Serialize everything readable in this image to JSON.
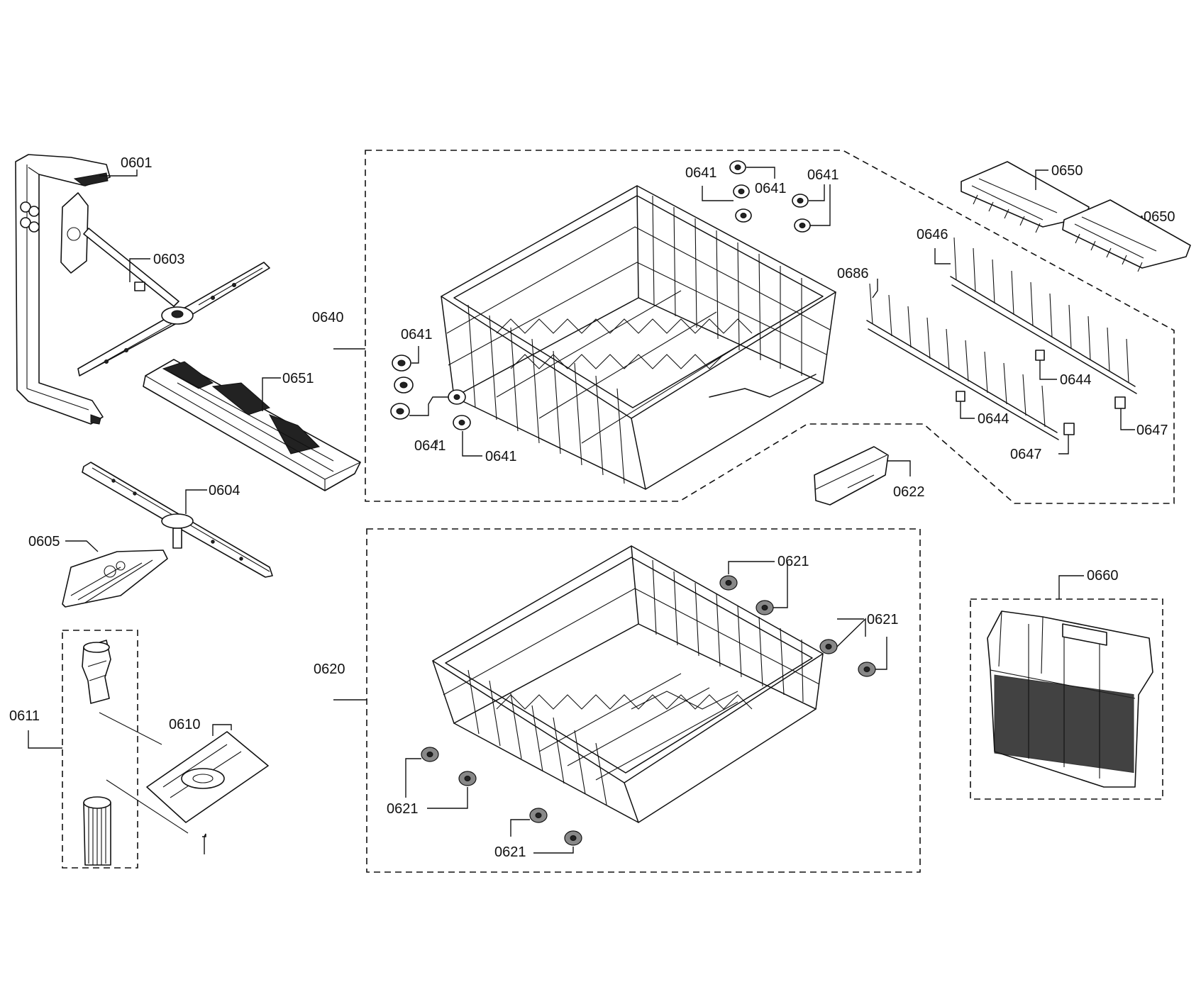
{
  "labels": {
    "l0601": "0601",
    "l0603": "0603",
    "l0651": "0651",
    "l0604": "0604",
    "l0605": "0605",
    "l0611": "0611",
    "l0610": "0610",
    "l0640": "0640",
    "l0641a": "0641",
    "l0641b": "0641",
    "l0641c": "0641",
    "l0641d": "0641",
    "l0641e": "0641",
    "l0641f": "0641",
    "l0650a": "0650",
    "l0650b": "0650",
    "l0646": "0646",
    "l0686": "0686",
    "l0644a": "0644",
    "l0644b": "0644",
    "l0647a": "0647",
    "l0647b": "0647",
    "l0622": "0622",
    "l0620": "0620",
    "l0621a": "0621",
    "l0621b": "0621",
    "l0621c": "0621",
    "l0621d": "0621",
    "l0660": "0660"
  },
  "icons": {
    "spray_arm": "spray-arm-icon",
    "roller_wheel": "roller-wheel-icon",
    "dish_rack": "dish-rack-icon",
    "cutlery_basket": "cutlery-basket-icon",
    "filter": "filter-icon"
  }
}
